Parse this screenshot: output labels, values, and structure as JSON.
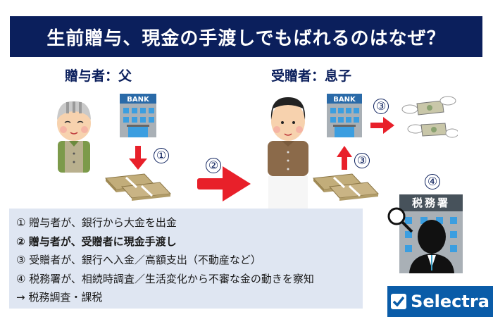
{
  "title": "生前贈与、現金の手渡しでもばれるのはなぜ？",
  "giver": {
    "label": "贈与者：父",
    "bank_sign": "BANK",
    "step_number": "①"
  },
  "transfer": {
    "step_number": "②"
  },
  "receiver": {
    "label": "受贈者：息子",
    "bank_sign": "BANK",
    "deposit_step_number": "③",
    "spend_step_number": "③"
  },
  "tax_office": {
    "step_number": "④",
    "sign": "税務署"
  },
  "steps": [
    {
      "text": "① 贈与者が、銀行から大金を出金",
      "bold": false
    },
    {
      "text": "② 贈与者が、受贈者に現金手渡し",
      "bold": true
    },
    {
      "text": "③ 受贈者が、銀行へ入金／高額支出（不動産など）",
      "bold": false
    },
    {
      "text": "④ 税務署が、相続時調査／生活変化から不審な金の動きを察知",
      "bold": false
    },
    {
      "text": "→ 税務調査・課税",
      "bold": false
    }
  ],
  "brand": {
    "name": "Selectra",
    "color": "#0a5ca8"
  },
  "colors": {
    "title_bg": "#0b1f5c",
    "arrow": "#e8202a",
    "info_bg": "#dfe6f2"
  }
}
